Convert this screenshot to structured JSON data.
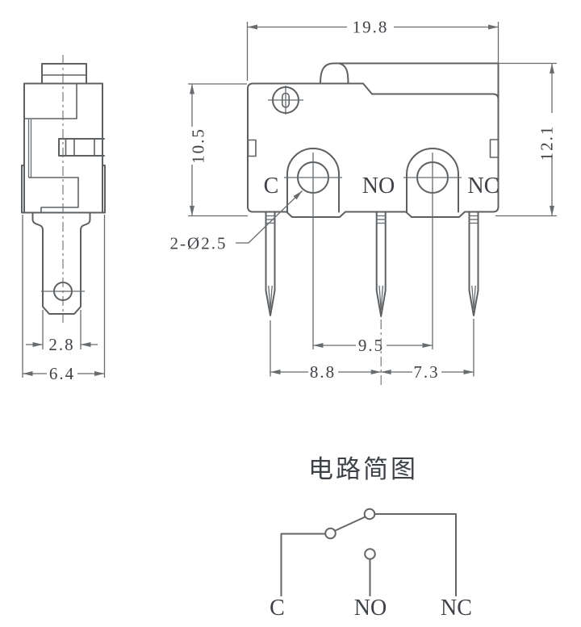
{
  "colors": {
    "background": "#ffffff",
    "outline": "#5c6063",
    "dimension_lines": "#686c6f",
    "text": "#3e4247"
  },
  "side_view": {
    "dims": {
      "blade_width": "2.8",
      "base_width": "6.4"
    }
  },
  "front_view": {
    "dims": {
      "overall_width": "19.8",
      "body_height": "10.5",
      "overall_height": "12.1",
      "hole_callout": "2-Ø2.5",
      "hole_spacing": "9.5",
      "pin_pitch_left": "8.8",
      "pin_pitch_right": "7.3"
    },
    "terminals": {
      "common": "C",
      "normally_open": "NO",
      "normally_closed": "NC"
    }
  },
  "circuit": {
    "title": "电路简图",
    "terminals": {
      "common": "C",
      "normally_open": "NO",
      "normally_closed": "NC"
    }
  }
}
